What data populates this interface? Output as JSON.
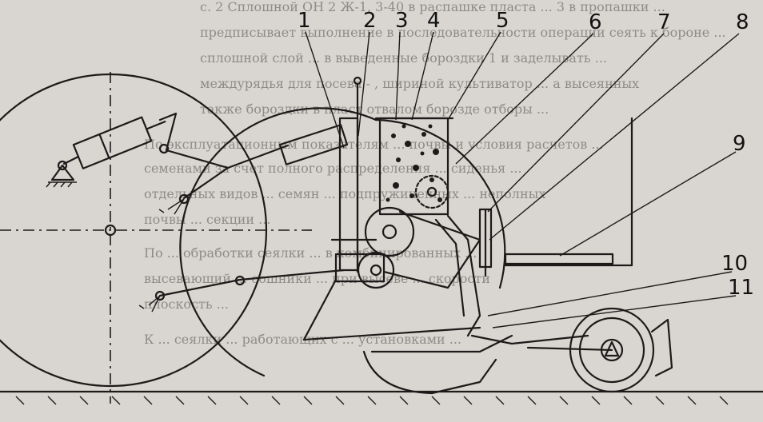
{
  "callouts": [
    "1",
    "2",
    "3",
    "4",
    "5",
    "6",
    "7",
    "8",
    "9",
    "10",
    "11"
  ],
  "background_text": [
    "с. 2 Сплошной  ОН  2 Ж-1, 3-40 в  распашке  пласта  ...  3 в  пропашки  ...",
    "предписывает  выполнение  в  последовательности  операции  сеять  к  бороне  ...",
    "сплошной  слой  ...  в  выведенные  бороздки  1  и  заделывать  ...",
    "междурядья  для  посева  -  ,  шириной  культиватор  ...  а  высеянных",
    "также  бороздки  в  пласт  отвалом  борозде  отборы  ...",
    "По  эксплуатационным  показателям  ...  почвы  и  условия  расчетов  ...",
    "семенами  за  счет  полного  распределения  ...  сиденья  ...",
    "отдельных  видов  ...  семян  ...  подпружиненных  ...  неполных",
    "почвы  ...  секции  ...",
    "По  ...  обработки  сеялки  ...  в  комбинированных  ...",
    "высевающий  ...  сошники  ...  при  высеве  ...  скорости",
    "плоскость  ...",
    "К  ...  сеялки  ...  работающих  с  ...  установками  ..."
  ]
}
